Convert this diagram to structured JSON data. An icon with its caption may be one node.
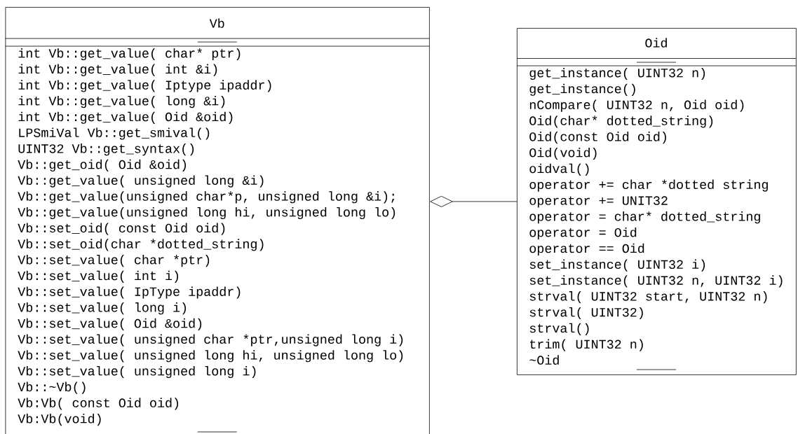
{
  "diagram": {
    "nodes": [
      {
        "text": [
          "Vb",
          "int Vb::get_value( char* ptr)",
          "int Vb::get_value( int &i)",
          "int Vb::get_value( Iptype ipaddr)",
          "int Vb::get_value( long &i)",
          "int Vb::get_value( Oid &oid)",
          "LPSmiVal Vb::get_smival()",
          "UINT32 Vb::get_syntax()",
          "Vb::get_oid( Oid &oid)",
          "Vb::get_value( unsigned long &i)",
          "Vb::get_value(unsigned char*p, unsigned long &i);",
          "Vb::get_value(unsigned long hi, unsigned long lo)",
          "Vb::set_oid( const Oid oid)",
          "Vb::set_oid(char *dotted_string)",
          "Vb::set_value( char *ptr)",
          "Vb::set_value( int i)",
          "Vb::set_value( IpType ipaddr)",
          "Vb::set_value( long i)",
          "Vb::set_value( Oid &oid)",
          "Vb::set_value( unsigned char *ptr,unsigned long i)",
          "Vb::set_value( unsigned long hi, unsigned long lo)",
          "Vb::set_value( unsigned long i)",
          "Vb::~Vb()",
          "Vb:Vb( const Oid oid)",
          "Vb:Vb(void)"
        ]
      },
      {
        "text": [
          "Oid",
          "get_instance( UINT32 n)",
          "get_instance()",
          "nCompare( UINT32 n, Oid oid)",
          "Oid(char* dotted_string)",
          "Oid(const Oid oid)",
          "Oid(void)",
          "oidval()",
          "operator += char *dotted string",
          "operator += UNIT32",
          "operator = char* dotted_string",
          "operator = Oid",
          "operator == Oid",
          "set_instance( UINT32 i)",
          "set_instance( UINT32 n, UINT32 i)",
          "strval( UINT32 start, UINT32 n)",
          "strval( UINT32)",
          "strval()",
          "trim( UINT32 n)",
          "~Oid"
        ]
      }
    ],
    "edges": [
      {
        "from": 0,
        "to": 1,
        "arrow": "other"
      }
    ]
  }
}
